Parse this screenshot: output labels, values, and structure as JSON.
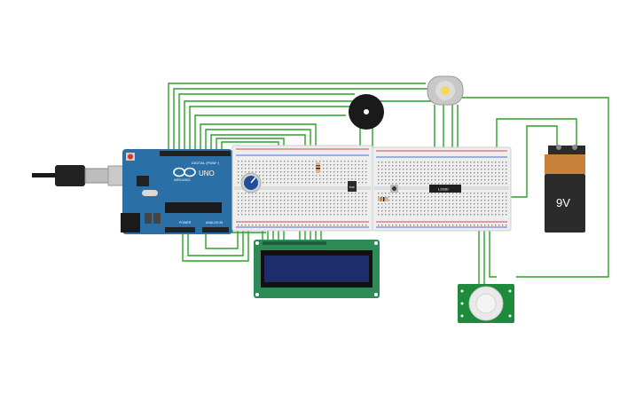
{
  "canvas": {
    "background": "#ffffff"
  },
  "arduino": {
    "brand": "ARDUINO",
    "model": "UNO",
    "header_digital": "DIGITAL (PWM~)",
    "header_power": "POWER",
    "header_analog": "ANALOG IN",
    "board_color": "#2b6fa7"
  },
  "lcd": {
    "screen_color": "#1d2c6b",
    "pcb_color": "#2e8b57"
  },
  "battery": {
    "label": "9V",
    "top_color": "#c8813b",
    "body_color": "#2b2b2b"
  },
  "ic_chip": {
    "label": "L293D"
  },
  "sensor_chip": {
    "label": "TMP"
  },
  "pir_sensor": {
    "pcb_color": "#1e8a3c"
  },
  "motor": {
    "body_color": "#c8c8c8",
    "shaft_color": "#f2d95c"
  },
  "buzzer": {
    "body_color": "#1a1a1a"
  },
  "wire_color": "#2aa02a",
  "potentiometer": {
    "knob_color": "#1f4e9c"
  }
}
